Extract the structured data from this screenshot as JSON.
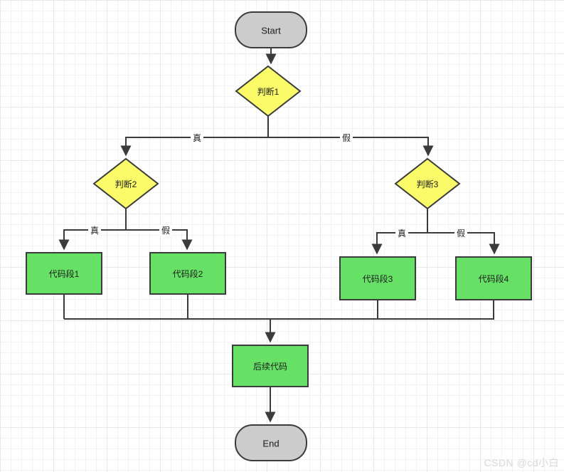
{
  "watermark": "CSDN @cd小白",
  "colors": {
    "stroke": "#3b3b3b",
    "decision_fill": "#fbfb69",
    "process_fill": "#66e166",
    "terminal_fill": "#cccccc",
    "grid_minor": "#f3f3f6",
    "grid_major": "#e8e8ec",
    "watermark_color": "#d7d7d7"
  },
  "flowchart": {
    "nodes": {
      "start": {
        "label": "Start",
        "type": "terminal"
      },
      "decision1": {
        "label": "判断1",
        "type": "decision"
      },
      "decision2": {
        "label": "判断2",
        "type": "decision"
      },
      "decision3": {
        "label": "判断3",
        "type": "decision"
      },
      "code1": {
        "label": "代码段1",
        "type": "process"
      },
      "code2": {
        "label": "代码段2",
        "type": "process"
      },
      "code3": {
        "label": "代码段3",
        "type": "process"
      },
      "code4": {
        "label": "代码段4",
        "type": "process"
      },
      "followup": {
        "label": "后续代码",
        "type": "process"
      },
      "end": {
        "label": "End",
        "type": "terminal"
      }
    },
    "edge_labels": {
      "decision1_true": "真",
      "decision1_false": "假",
      "decision2_true": "真",
      "decision2_false": "假",
      "decision3_true": "真",
      "decision3_false": "假"
    },
    "edges": [
      {
        "from": "start",
        "to": "decision1",
        "label": ""
      },
      {
        "from": "decision1",
        "to": "decision2",
        "label": "真"
      },
      {
        "from": "decision1",
        "to": "decision3",
        "label": "假"
      },
      {
        "from": "decision2",
        "to": "code1",
        "label": "真"
      },
      {
        "from": "decision2",
        "to": "code2",
        "label": "假"
      },
      {
        "from": "decision3",
        "to": "code3",
        "label": "真"
      },
      {
        "from": "decision3",
        "to": "code4",
        "label": "假"
      },
      {
        "from": "code1",
        "to": "followup",
        "label": ""
      },
      {
        "from": "code2",
        "to": "followup",
        "label": ""
      },
      {
        "from": "code3",
        "to": "followup",
        "label": ""
      },
      {
        "from": "code4",
        "to": "followup",
        "label": ""
      },
      {
        "from": "followup",
        "to": "end",
        "label": ""
      }
    ]
  }
}
